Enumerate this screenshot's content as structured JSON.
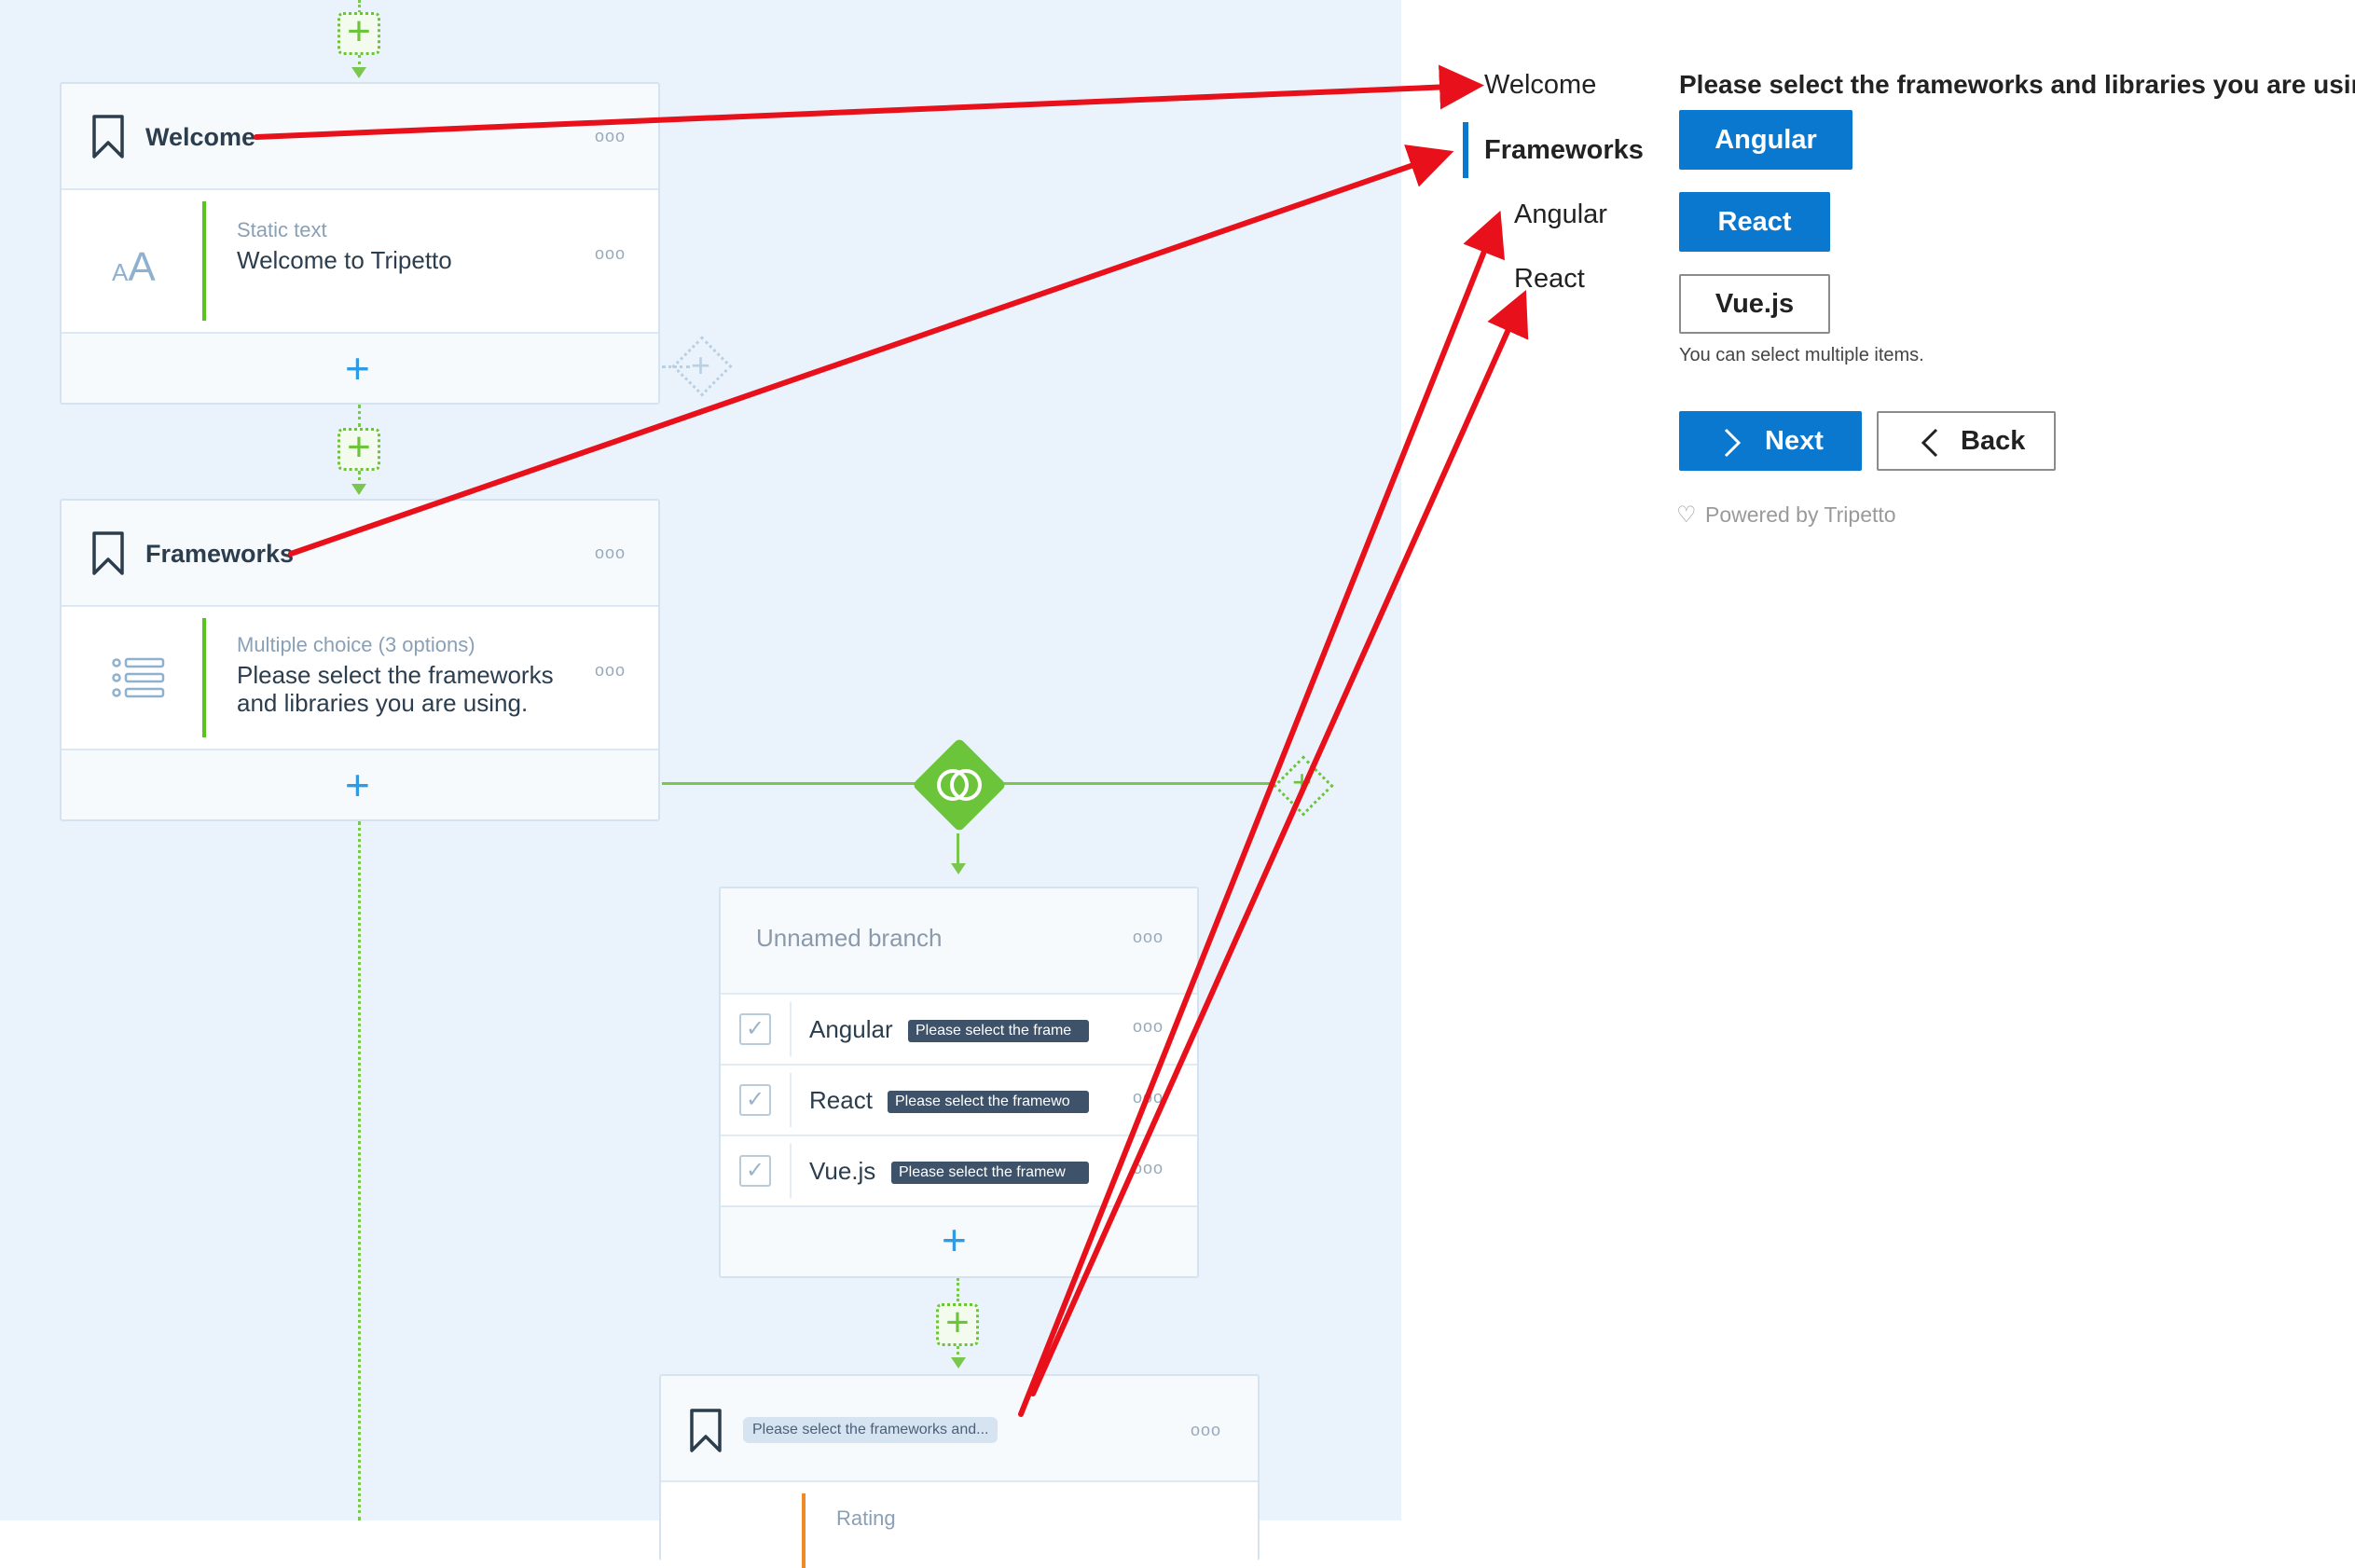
{
  "builder": {
    "welcome_card": {
      "title": "Welcome",
      "block_type": "Static text",
      "block_text": "Welcome to Tripetto"
    },
    "frameworks_card": {
      "title": "Frameworks",
      "block_type": "Multiple choice (3 options)",
      "block_text_line1": "Please select the frameworks",
      "block_text_line2": "and libraries you are using."
    },
    "branch": {
      "title": "Unnamed branch",
      "conditions": [
        {
          "label": "Angular",
          "tag": "Please select the frame"
        },
        {
          "label": "React",
          "tag": "Please select the framewo"
        },
        {
          "label": "Vue.js",
          "tag": "Please select the framew"
        }
      ]
    },
    "bottom_card": {
      "title_tag": "Please select the frameworks and...",
      "block_type": "Rating"
    },
    "more_label": "ooo",
    "add_label": "+"
  },
  "preview": {
    "nav": [
      "Welcome",
      "Frameworks",
      "Angular",
      "React"
    ],
    "active_nav": "Frameworks",
    "question": "Please select the frameworks and libraries you are using.",
    "options": [
      {
        "label": "Angular",
        "selected": true
      },
      {
        "label": "React",
        "selected": true
      },
      {
        "label": "Vue.js",
        "selected": false
      }
    ],
    "help_text": "You can select multiple items.",
    "next_label": "Next",
    "back_label": "Back",
    "powered_by": "Powered by Tripetto"
  },
  "colors": {
    "accent": "#0b78d0",
    "builder_bg": "#eaf3fc",
    "flow_green": "#6cc43a",
    "annotation_red": "#e8101a"
  }
}
